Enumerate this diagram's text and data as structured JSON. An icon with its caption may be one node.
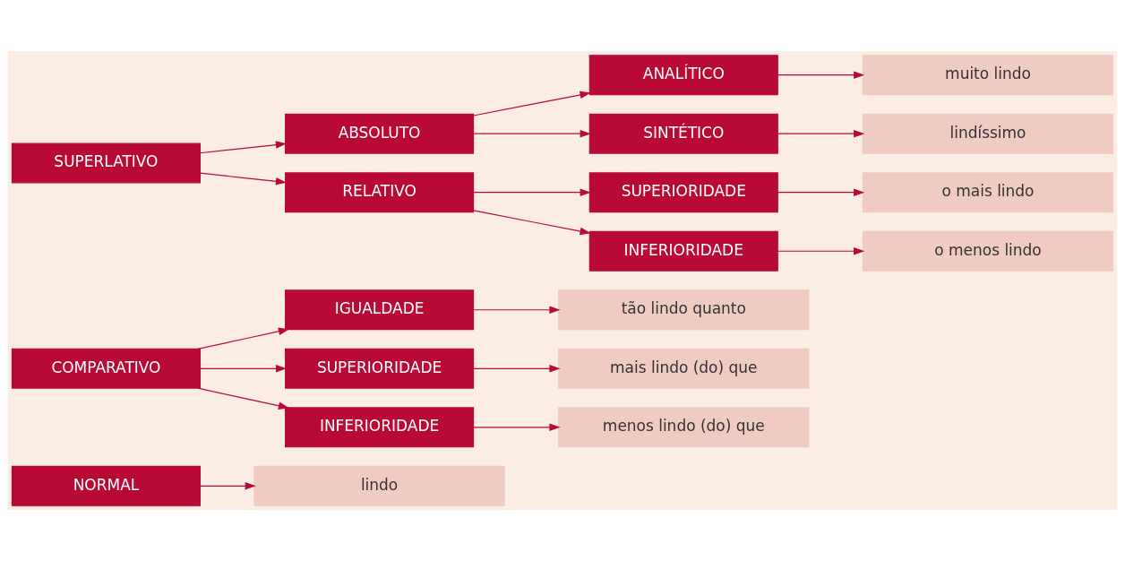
{
  "diagram": {
    "nodes": [
      {
        "text": [
          "NORMAL"
        ]
      },
      {
        "text": [
          "lindo"
        ]
      },
      {
        "text": [
          "COMPARATIVO"
        ]
      },
      {
        "text": [
          "IGUALDADE"
        ]
      },
      {
        "text": [
          "SUPERIORIDADE"
        ]
      },
      {
        "text": [
          "INFERIORIDADE"
        ]
      },
      {
        "text": [
          "tão lindo quanto"
        ]
      },
      {
        "text": [
          "mais lindo (do) que"
        ]
      },
      {
        "text": [
          "menos lindo (do) que"
        ]
      },
      {
        "text": [
          "SUPERLATIVO"
        ]
      },
      {
        "text": [
          "ABSOLUTO"
        ]
      },
      {
        "text": [
          "RELATIVO"
        ]
      },
      {
        "text": [
          "ANALÍTICO"
        ]
      },
      {
        "text": [
          "SINTÉTICO"
        ]
      },
      {
        "text": [
          "SUPERIORIDADE"
        ]
      },
      {
        "text": [
          "INFERIORIDADE"
        ]
      },
      {
        "text": [
          "muito lindo"
        ]
      },
      {
        "text": [
          "lindíssimo"
        ]
      },
      {
        "text": [
          "o mais lindo"
        ]
      },
      {
        "text": [
          "o menos lindo"
        ]
      }
    ],
    "edges": [
      {
        "from": 0,
        "to": 1,
        "arrow": "to"
      },
      {
        "from": 2,
        "to": 3,
        "arrow": "to"
      },
      {
        "from": 2,
        "to": 4,
        "arrow": "to"
      },
      {
        "from": 2,
        "to": 5,
        "arrow": "to"
      },
      {
        "from": 3,
        "to": 6,
        "arrow": "to"
      },
      {
        "from": 4,
        "to": 7,
        "arrow": "to"
      },
      {
        "from": 5,
        "to": 8,
        "arrow": "to"
      },
      {
        "from": 9,
        "to": 10,
        "arrow": "to"
      },
      {
        "from": 9,
        "to": 11,
        "arrow": "to"
      },
      {
        "from": 10,
        "to": 12,
        "arrow": "to"
      },
      {
        "from": 10,
        "to": 13,
        "arrow": "to"
      },
      {
        "from": 11,
        "to": 14,
        "arrow": "to"
      },
      {
        "from": 11,
        "to": 15,
        "arrow": "to"
      },
      {
        "from": 12,
        "to": 16,
        "arrow": "to"
      },
      {
        "from": 13,
        "to": 17,
        "arrow": "to"
      },
      {
        "from": 14,
        "to": 18,
        "arrow": "to"
      },
      {
        "from": 15,
        "to": 19,
        "arrow": "to"
      }
    ]
  }
}
